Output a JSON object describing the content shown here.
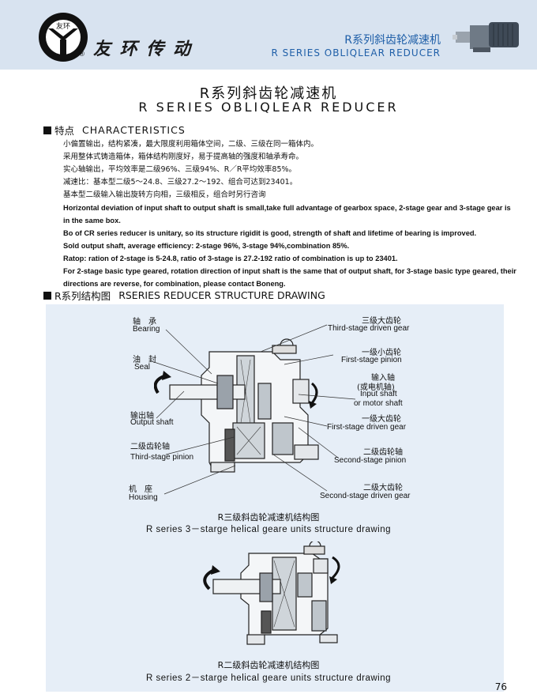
{
  "header": {
    "logo_inner": "友环",
    "logo_text": "友 环 传 动",
    "registered": "®",
    "title_cn": "R系列斜齿轮减速机",
    "title_en": "R SERIES OBLIQLEAR REDUCER"
  },
  "page_title": {
    "cn": "R系列斜齿轮减速机",
    "en": "R SERIES OBLIQLEAR REDUCER"
  },
  "characteristics": {
    "heading_cn": "特点",
    "heading_en": "CHARACTERISTICS",
    "lines_cn": [
      "小偏置输出，结构紧凑，最大限度利用箱体空间，二级、三级在同一箱体内。",
      "采用整体式铸造箱体，箱体结构刚度好，易于提高轴的强度和轴承寿命。",
      "实心轴输出，平均效率是二级96%、三级94%、R／R平均效率85%。",
      "减速比：基本型二级5～24.8、三级27.2～192、组合可达到23401。",
      "基本型二级输入输出旋转方向相，三级相反，组合时另行咨询"
    ],
    "lines_en": [
      "Horizontal deviation of input shaft to output shaft is small,take full advantage of gearbox space, 2-stage gear and 3-stage gear is",
      "in the same box.",
      "Bo of CR series reducer is unitary, so its structure rigidit is good, strength of shaft and lifetime of bearing is improved.",
      "Sold output shaft, average efficiency: 2-stage 96%, 3-stage 94%,combination 85%.",
      "Ratop: ration of 2-stage is 5-24.8, ratio of 3-stage is 27.2-192 ratio of combination is up to 23401.",
      "For 2-stage basic type geared, rotation direction of input shaft is the same that of output shaft, for 3-stage basic type geared, their",
      "directions are reverse, for combination, please contact Boneng."
    ]
  },
  "structure": {
    "heading_cn": "R系列结构图",
    "heading_en": "RSERIES REDUCER STRUCTURE DRAWING",
    "left_labels": [
      {
        "cn": "轴　承",
        "en": "Bearing"
      },
      {
        "cn": "油　封",
        "en": "Seal"
      },
      {
        "cn": "输出轴",
        "en": "Output shaft"
      },
      {
        "cn": "二级齿轮轴",
        "en": "Third-stage pinion"
      },
      {
        "cn": "机　座",
        "en": "Housing"
      }
    ],
    "right_labels": [
      {
        "cn": "三级大齿轮",
        "en": "Third-stage driven gear"
      },
      {
        "cn": "一级小齿轮",
        "en": "First-stage pinion"
      },
      {
        "cn": "输入轴",
        "cn2": "(或电机轴)",
        "en": "Input shaft",
        "en2": "or motor shaft"
      },
      {
        "cn": "一级大齿轮",
        "en": "First-stage driven gear"
      },
      {
        "cn": "二级齿轮轴",
        "en": "Second-stage pinion"
      },
      {
        "cn": "二级大齿轮",
        "en": "Second-stage driven gear"
      }
    ],
    "caption3_cn": "R三级斜齿轮减速机结构图",
    "caption3_en": "R series 3－starge helical geare units structure drawing",
    "caption2_cn": "R二级斜齿轮减速机结构图",
    "caption2_en": "R series 2－starge helical geare units structure drawing"
  },
  "page_number": "76"
}
